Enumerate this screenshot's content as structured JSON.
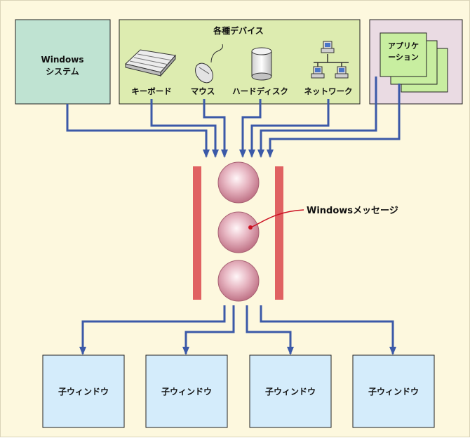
{
  "windows_system": {
    "line1": "Windows",
    "line2": "システム"
  },
  "devices": {
    "title": "各種デバイス",
    "keyboard": "キーボード",
    "mouse": "マウス",
    "harddisk": "ハードディスク",
    "network": "ネットワーク"
  },
  "application": {
    "line1": "アプリケ",
    "line2": "ーション"
  },
  "queue": {
    "message_label": "Windowsメッセージ",
    "message_count": 3
  },
  "children": [
    {
      "label": "子ウィンドウ"
    },
    {
      "label": "子ウィンドウ"
    },
    {
      "label": "子ウィンドウ"
    },
    {
      "label": "子ウィンドウ"
    }
  ],
  "colors": {
    "background": "#fdf8de",
    "windows_box": "#bfe3d2",
    "devices_box": "#ddecb0",
    "app_box": "#eadbe3",
    "app_cards": "#c8eea0",
    "child_box": "#d4ecfb",
    "arrow": "#3b59a8",
    "queue_bar": "#e06262",
    "message_ball": "#e2a3b3"
  }
}
